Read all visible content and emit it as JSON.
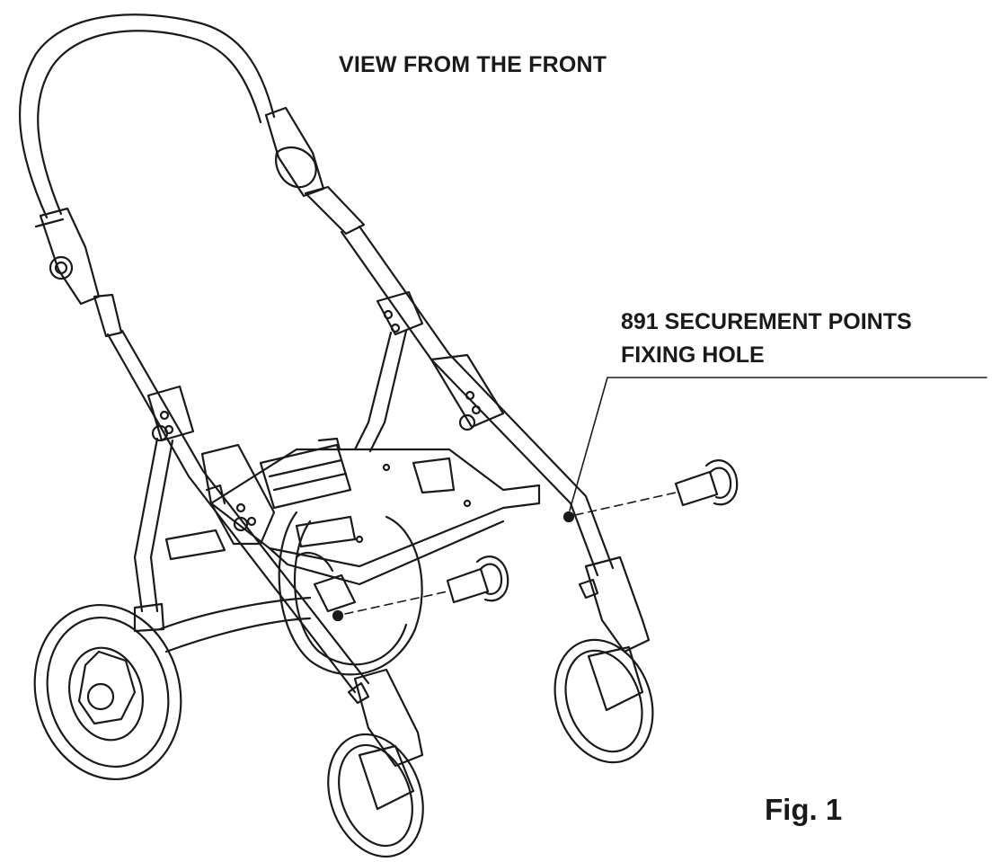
{
  "view_title": "VIEW FROM THE FRONT",
  "callout": {
    "line1": "891 SECUREMENT POINTS",
    "line2": "FIXING HOLE"
  },
  "figure_label": "Fig. 1",
  "colors": {
    "ink": "#1a1a1a",
    "background": "#ffffff"
  }
}
